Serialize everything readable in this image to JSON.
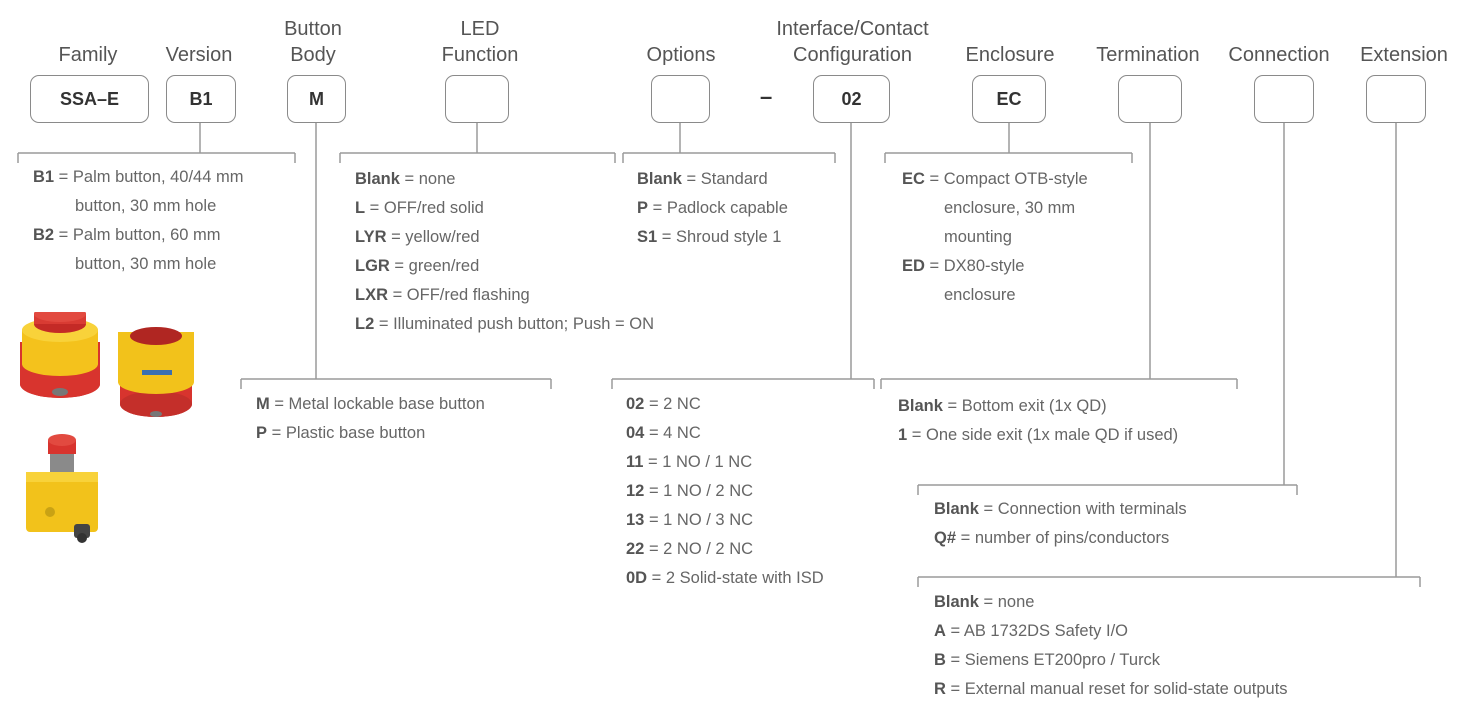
{
  "headers": {
    "family": [
      "Family"
    ],
    "version": [
      "Version"
    ],
    "button_body": [
      "Button",
      "Body"
    ],
    "led_function": [
      "LED",
      "Function"
    ],
    "options": [
      "Options"
    ],
    "interface": [
      "Interface/Contact",
      "Configuration"
    ],
    "enclosure": [
      "Enclosure"
    ],
    "termination": [
      "Termination"
    ],
    "connection": [
      "Connection"
    ],
    "extension": [
      "Extension"
    ]
  },
  "boxes": {
    "family": "SSA–E",
    "version": "B1",
    "button_body": "M",
    "led_function": "",
    "options": "",
    "separator": "–",
    "interface": "02",
    "enclosure": "EC",
    "termination": "",
    "connection": "",
    "extension": ""
  },
  "version_desc": [
    {
      "code": "B1",
      "text": " = Palm button, 40/44 mm"
    },
    {
      "code": "",
      "text": "button, 30 mm hole"
    },
    {
      "code": "B2",
      "text": " = Palm button, 60 mm"
    },
    {
      "code": "",
      "text": "button, 30 mm hole"
    }
  ],
  "led_desc": [
    {
      "code": "Blank",
      "text": " = none"
    },
    {
      "code": "L",
      "text": " = OFF/red solid"
    },
    {
      "code": "LYR",
      "text": " = yellow/red"
    },
    {
      "code": "LGR",
      "text": " = green/red"
    },
    {
      "code": "LXR",
      "text": " = OFF/red flashing"
    },
    {
      "code": "L2",
      "text": " = Illuminated push button; Push = ON"
    }
  ],
  "options_desc": [
    {
      "code": "Blank",
      "text": " = Standard"
    },
    {
      "code": "P",
      "text": " = Padlock capable"
    },
    {
      "code": "S1",
      "text": " = Shroud style 1"
    }
  ],
  "enclosure_desc": [
    {
      "code": "EC",
      "text": " = Compact OTB-style"
    },
    {
      "code": "",
      "text": "enclosure, 30 mm"
    },
    {
      "code": "",
      "text": "mounting"
    },
    {
      "code": "ED",
      "text": " = DX80-style"
    },
    {
      "code": "",
      "text": "enclosure"
    }
  ],
  "button_body_desc": [
    {
      "code": "M",
      "text": " = Metal lockable base button"
    },
    {
      "code": "P",
      "text": " = Plastic base button"
    }
  ],
  "interface_desc": [
    {
      "code": "02",
      "text": " = 2 NC"
    },
    {
      "code": "04",
      "text": " = 4 NC"
    },
    {
      "code": "11",
      "text": " = 1 NO / 1 NC"
    },
    {
      "code": "12",
      "text": " = 1 NO / 2 NC"
    },
    {
      "code": "13",
      "text": " = 1 NO / 3 NC"
    },
    {
      "code": "22",
      "text": " = 2 NO / 2 NC"
    },
    {
      "code": "0D",
      "text": " = 2 Solid-state with ISD"
    }
  ],
  "termination_desc": [
    {
      "code": "Blank",
      "text": " = Bottom exit (1x QD)"
    },
    {
      "code": "1",
      "text": " = One side exit (1x male QD if used)"
    }
  ],
  "connection_desc": [
    {
      "code": "Blank",
      "text": " = Connection with terminals"
    },
    {
      "code": "Q#",
      "text": " = number of pins/conductors"
    }
  ],
  "extension_desc": [
    {
      "code": "Blank",
      "text": " = none"
    },
    {
      "code": "A",
      "text": " = AB 1732DS Safety I/O"
    },
    {
      "code": "B",
      "text": " = Siemens ET200pro / Turck"
    },
    {
      "code": "R",
      "text": " = External manual reset for solid-state outputs"
    }
  ],
  "colors": {
    "button_red": "#d62a2a",
    "housing_yellow": "#f2c21b",
    "line_gray": "#9a9a9a"
  }
}
